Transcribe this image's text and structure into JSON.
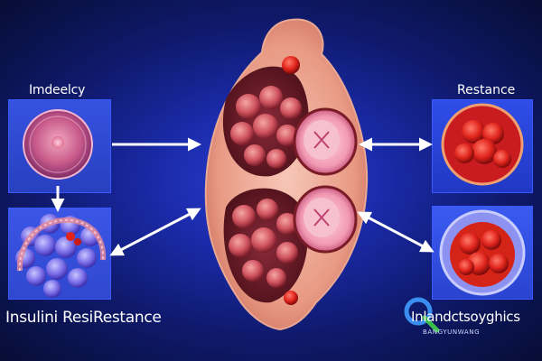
{
  "labels": {
    "top_left": "Imdeelcy",
    "top_right": "Restance",
    "bottom_left": "Insulini ResiRestance",
    "bottom_right": "Inlandctsoyghics"
  },
  "watermark": {
    "sub": "BANGYUNWANG"
  },
  "colors": {
    "background": "#1a2aa8",
    "panel_border": "#3a58ff",
    "arrow": "#ffffff",
    "organ_red": "#c8323a",
    "cell_pink": "#e8889a"
  }
}
